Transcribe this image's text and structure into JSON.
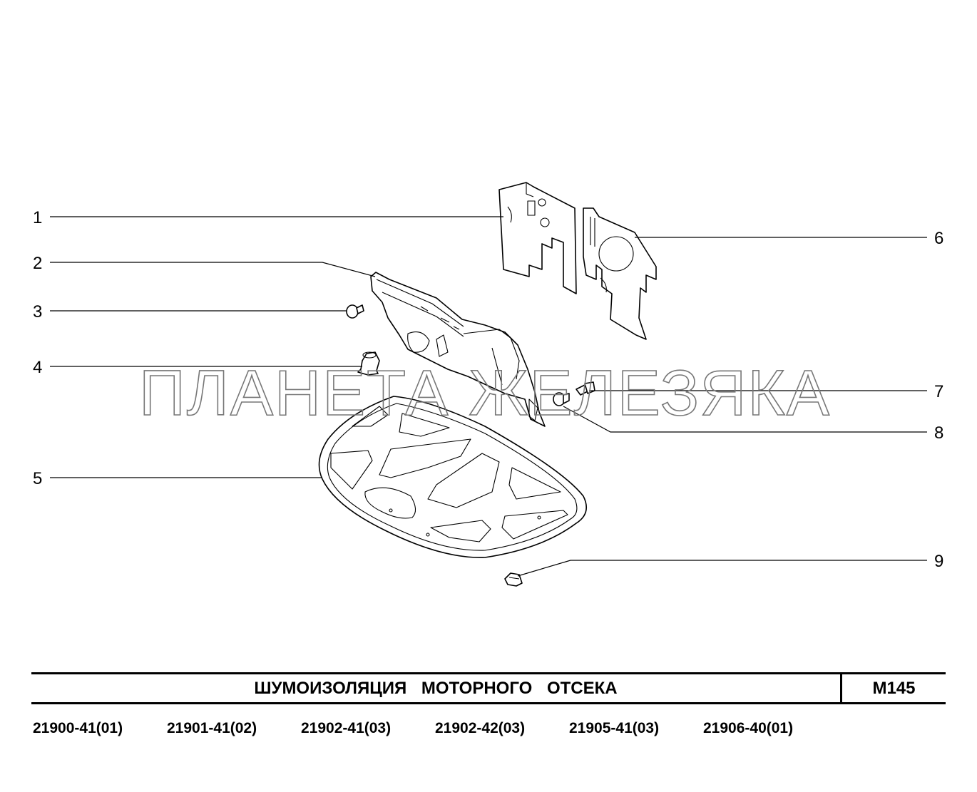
{
  "callouts": [
    "1",
    "2",
    "3",
    "4",
    "5",
    "6",
    "7",
    "8",
    "9"
  ],
  "watermark": "ПЛАНЕТА ЖЕЛЕЗЯКА",
  "title": "ШУМОИЗОЛЯЦИЯ МОТОРНОГО ОТСЕКА",
  "page_code": "M145",
  "models": [
    "21900-41(01)",
    "21901-41(02)",
    "21902-41(03)",
    "21902-42(03)",
    "21905-41(03)",
    "21906-40(01)"
  ]
}
